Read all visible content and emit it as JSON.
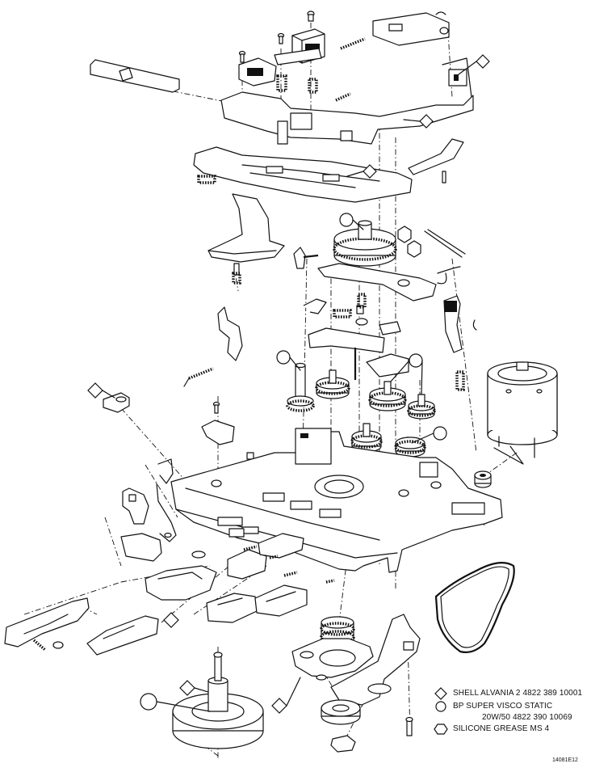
{
  "legend": {
    "items": [
      {
        "symbol": "diamond",
        "text": "SHELL ALVANIA 2 4822 389 10001",
        "subtext": ""
      },
      {
        "symbol": "circle",
        "text": "BP SUPER VISCO STATIC",
        "subtext": "20W/50 4822 390 10069"
      },
      {
        "symbol": "hexagon",
        "text": "SILICONE GREASE MS 4",
        "subtext": ""
      }
    ]
  },
  "reference_code": "14081E12"
}
